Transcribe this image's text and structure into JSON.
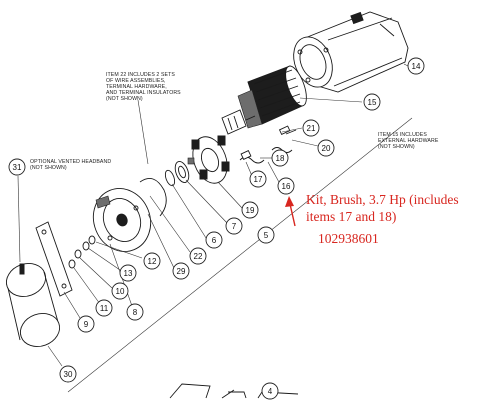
{
  "notes": {
    "item22": [
      "ITEM 22 INCLUDES 2 SETS",
      "OF WIRE ASSEMBLIES,",
      "TERMINAL HARDWARE,",
      "AND TERMINAL INSULATORS",
      "(NOT SHOWN)"
    ],
    "item15": [
      "ITEM 15 INCLUDES",
      "EXTERNAL HARDWARE",
      "(NOT SHOWN)"
    ],
    "item31": [
      "OPTIONAL VENTED HEADBAND",
      "(NOT SHOWN)"
    ]
  },
  "callout": {
    "lines": [
      "Kit, Brush, 3.7 Hp (includes",
      "items 17 and 18)"
    ],
    "part_number": "102938601",
    "color": "#d8261f"
  },
  "items": [
    "14",
    "15",
    "21",
    "20",
    "18",
    "17",
    "16",
    "19",
    "7",
    "6",
    "5",
    "22",
    "29",
    "12",
    "13",
    "10",
    "11",
    "9",
    "8",
    "31",
    "30",
    "4"
  ]
}
